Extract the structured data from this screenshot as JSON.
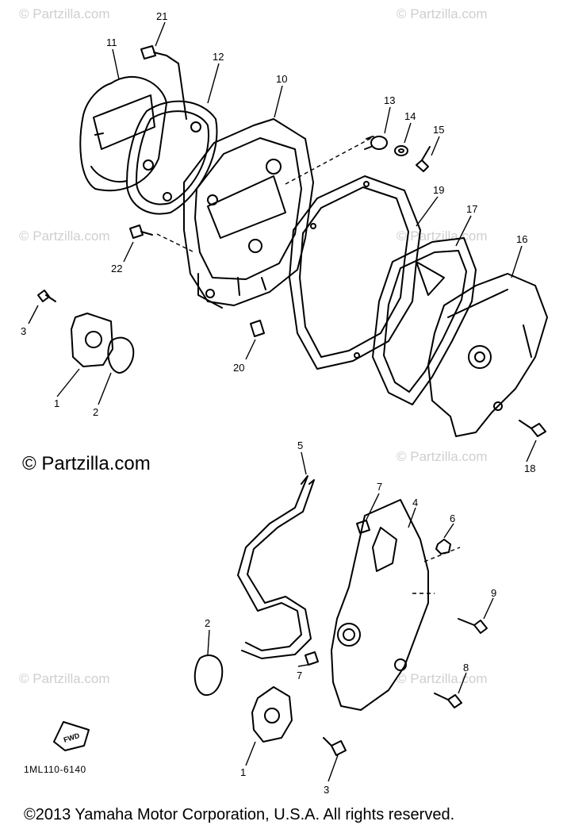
{
  "watermark": "© Partzilla.com",
  "brand_watermark": "© Partzilla.com",
  "catalog_code": "1ML110-6140",
  "fwd_label": "FWD",
  "copyright": "©2013  Yamaha Motor Corporation, U.S.A. All rights reserved.",
  "callouts": {
    "p21": "21",
    "p11": "11",
    "p12": "12",
    "p10": "10",
    "p13": "13",
    "p14": "14",
    "p15": "15",
    "p19": "19",
    "p17": "17",
    "p16": "16",
    "p22": "22",
    "p3a": "3",
    "p1a": "1",
    "p2a": "2",
    "p20": "20",
    "p18": "18",
    "p5": "5",
    "p7a": "7",
    "p4": "4",
    "p6": "6",
    "p9": "9",
    "p2b": "2",
    "p7b": "7",
    "p8": "8",
    "p1b": "1",
    "p3b": "3"
  }
}
